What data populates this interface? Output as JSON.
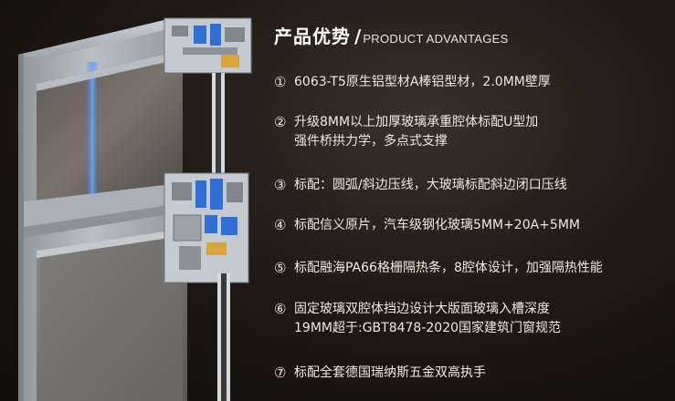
{
  "header": {
    "title_cn": "产品优势",
    "separator": "/",
    "title_en": "PRODUCT ADVANTAGES"
  },
  "features": [
    {
      "number": "①",
      "text": "6063-T5原生铝型材A棒铝型材，2.0MM壁厚"
    },
    {
      "number": "②",
      "text": "升级8MM以上加厚玻璃承重腔体标配U型加\n强件桥拱力学，多点式支撑"
    },
    {
      "number": "③",
      "text": "标配：圆弧/斜边压线，大玻璃标配斜边闭口压线"
    },
    {
      "number": "④",
      "text": "标配信义原片，汽车级钢化玻璃5MM+20A+5MM"
    },
    {
      "number": "⑤",
      "text": "标配融海PA66格栅隔热条，8腔体设计，加强隔热性能"
    },
    {
      "number": "⑥",
      "text": "固定玻璃双腔体挡边设计大版面玻璃入槽深度\n19MM超于:GBT8478-2020国家建筑门窗规范"
    },
    {
      "number": "⑦",
      "text": "标配全套德国瑞纳斯五金双高执手"
    }
  ],
  "colors": {
    "background": "#1c1713",
    "text": "#efe9e1",
    "aluminum_frame": "#a9b0b6",
    "thermal_break_blue": "#2f6fd6",
    "glass": "#6d6a66"
  }
}
